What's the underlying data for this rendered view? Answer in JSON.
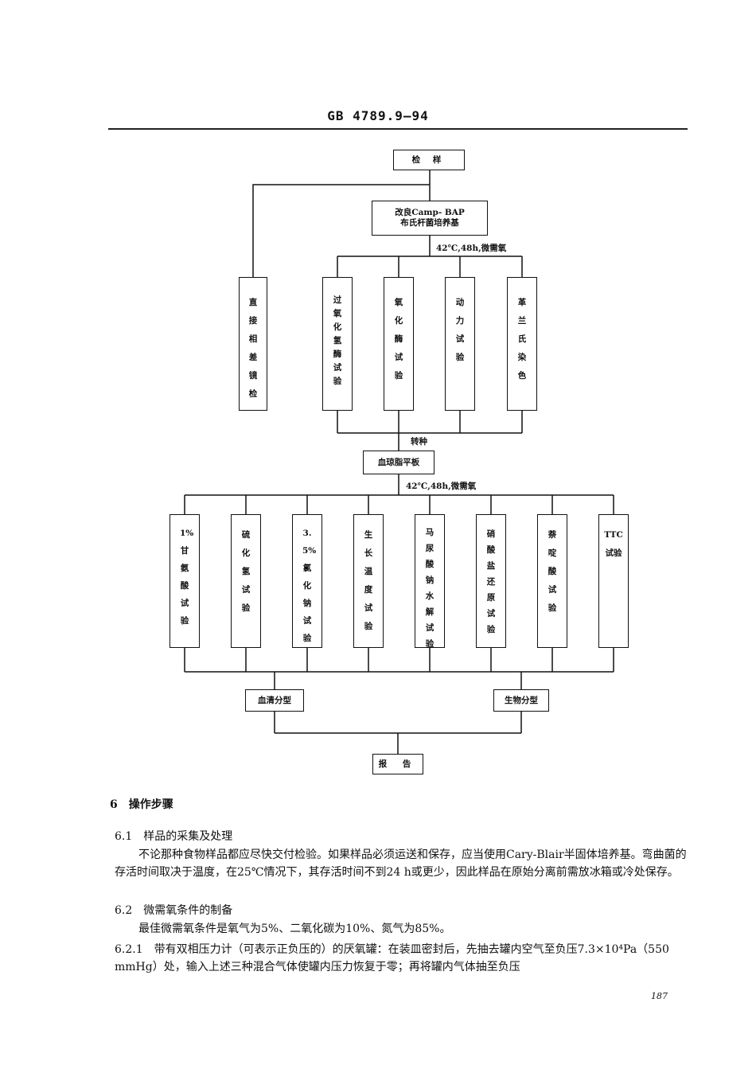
{
  "header": {
    "standard": "GB 4789.9—94"
  },
  "flowchart": {
    "sample_box": "检 样",
    "medium_box_line1": "改良Camp- BAP",
    "medium_box_line2": "布氏杆菌培养基",
    "cond1": "42℃,48h,微需氧",
    "row1": [
      "直接相差镜检",
      "过氧化氢酶试验",
      "氧化酶试验",
      "动力试验",
      "革兰氏染色"
    ],
    "transfer": "转种",
    "plate_box": "血琼脂平板",
    "cond2": "42℃,48h,微需氧",
    "row2": [
      "1%甘氨酸试验",
      "硫化氢试验",
      "3.5%氯化钠试验",
      "生长温度试验",
      "马尿酸钠水解试验",
      "硝酸盐还原试验",
      "萘啶酸试验",
      "TTC试验"
    ],
    "serotype_box": "血清分型",
    "biotype_box": "生物分型",
    "report_box": "报 告"
  },
  "section6": {
    "heading": "6　操作步骤",
    "s61_heading": "6.1　样品的采集及处理",
    "s61_body": "不论那种食物样品都应尽快交付检验。如果样品必须运送和保存，应当使用Cary-Blair半固体培养基。弯曲菌的存活时间取决于温度，在25℃情况下，其存活时间不到24 h或更少，因此样品在原始分离前需放冰箱或冷处保存。",
    "s62_heading": "6.2　微需氧条件的制备",
    "s62_body": "最佳微需氧条件是氧气为5%、二氧化碳为10%、氮气为85%。",
    "s621_body": "6.2.1　带有双相压力计（可表示正负压的）的厌氧罐：在装皿密封后，先抽去罐内空气至负压7.3×10⁴Pa（550 mmHg）处，输入上述三种混合气体使罐内压力恢复于零；再将罐内气体抽至负压"
  },
  "footer": {
    "page_number": "187"
  }
}
